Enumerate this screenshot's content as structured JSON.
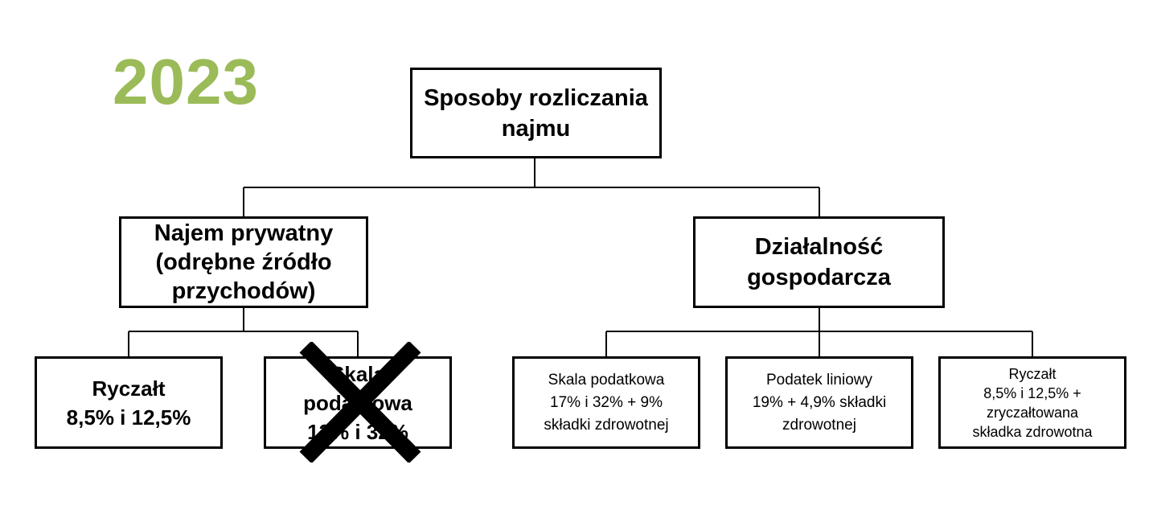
{
  "title_year": "2023",
  "colors": {
    "year": "#9bbb59",
    "lines": "#000000",
    "cross": "#000000"
  },
  "icons": {
    "strike": "cross-out-icon"
  },
  "nodes": {
    "root": {
      "lines": [
        "Sposoby rozliczania",
        "najmu"
      ]
    },
    "private": {
      "lines": [
        "Najem prywatny",
        "(odrębne źródło",
        "przychodów)"
      ]
    },
    "business": {
      "lines": [
        "Działalność",
        "gospodarcza"
      ]
    },
    "private_flat_rate": {
      "lines": [
        "Ryczałt",
        "8,5% i 12,5%"
      ]
    },
    "private_tax_scale": {
      "lines": [
        "Skala",
        "podatkowa",
        "12% i 32%"
      ],
      "crossed_out": true
    },
    "business_tax_scale": {
      "lines": [
        "Skala podatkowa",
        "17% i 32% + 9%",
        "składki zdrowotnej"
      ]
    },
    "business_linear": {
      "lines": [
        "Podatek liniowy",
        "19% + 4,9% składki",
        "zdrowotnej"
      ]
    },
    "business_flat_rate": {
      "lines": [
        "Ryczałt",
        "8,5% i 12,5% +",
        "zryczałtowana",
        "składka zdrowotna"
      ]
    }
  }
}
